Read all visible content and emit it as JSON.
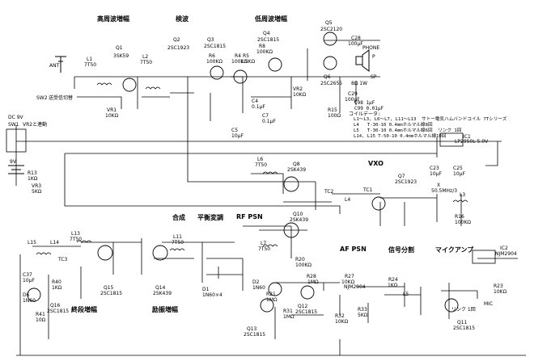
{
  "sections": {
    "hf_amp": "高周波増幅",
    "detector": "検波",
    "lf_amp": "低周波増幅",
    "vxo": "VXO",
    "mixer": "合成",
    "balanced_mod": "平衡変調",
    "rf_psn": "RF PSN",
    "af_psn": "AF PSN",
    "signal_split": "信号分割",
    "mic_amp": "マイクアンプ",
    "final_amp": "終段増幅",
    "driver_amp": "励振増幅"
  },
  "transistors": {
    "q1": "Q1",
    "q1_part": "3SK59",
    "q2": "Q2",
    "q2_part": "2SC1923",
    "q3": "Q3",
    "q3_part": "2SC1815",
    "q4": "Q4",
    "q4_part": "2SC1815",
    "q5": "Q5",
    "q5_part": "2SC2120",
    "q6": "Q6",
    "q6_part": "2SC2655",
    "q7": "Q7",
    "q7_part": "2SC1923",
    "q8": "Q8",
    "q8_part": "2SK439",
    "q10": "Q10",
    "q10_part": "2SK439",
    "q11": "Q11",
    "q11_part": "2SC1815",
    "q12": "Q12",
    "q12_part": "2SC1815",
    "q13": "Q13",
    "q13_part": "2SC1815",
    "q14": "Q14",
    "q14_part": "2SK439",
    "q15": "Q15",
    "q15_part": "2SC1815",
    "q16": "Q16",
    "q16_part": "2SC1815"
  },
  "ics": {
    "ic1": "IC1",
    "ic1_part": "LP2950L-5.0V",
    "ic2": "IC2",
    "ic2_part": "NJM2904",
    "ic2b_part": "NJM2904"
  },
  "parts": {
    "l1": "L1",
    "l1v": "7T50",
    "l2": "L2",
    "l2v": "7T50",
    "l3": "L3",
    "l4": "L4",
    "l5": "L5",
    "l6": "L6",
    "l6v": "7T50",
    "l7": "L7",
    "l7v": "7T50",
    "l11": "L11",
    "l11v": "7T50",
    "l13": "L13",
    "l13v": "7T50",
    "l14": "L14",
    "l15": "L15",
    "tc1": "TC1",
    "tc2": "TC2",
    "tc3": "TC3",
    "x1": "X",
    "x1v": "50.5MHz/3",
    "r4": "R4",
    "r4v": "100KΩ",
    "r5": "R5",
    "r5v": "1.5KΩ",
    "r6": "R6",
    "r6v": "100KΩ",
    "r8": "R8",
    "r8v": "100KΩ",
    "r15": "R15",
    "r15v": "100Ω",
    "r16": "R16",
    "r16v": "100KΩ",
    "r20": "R20",
    "r20v": "100KΩ",
    "r21": "R21",
    "r21v": "1MΩ",
    "r23": "R23",
    "r23v": "10KΩ",
    "r24": "R24",
    "r24v": "1KΩ",
    "r27": "R27",
    "r27v": "10KΩ",
    "r28": "R28",
    "r28v": "1MΩ",
    "r31": "R31",
    "r31v": "1MΩ",
    "r32": "R32",
    "r32v": "10KΩ",
    "r33": "R33",
    "r33v": "5KΩ",
    "r40": "R40",
    "r40v": "1KΩ",
    "r41": "R41",
    "r41v": "10Ω",
    "vr1": "VR1",
    "vr1v": "10KΩ",
    "vr2": "VR2",
    "vr2v": "10KΩ",
    "c4": "C4",
    "c4v": "0.1μF",
    "c5": "C5",
    "c5v": "10μF",
    "c7": "C7",
    "c7v": "0.1μF",
    "c23": "C23",
    "c23v": "10μF",
    "c25": "C25",
    "c25v": "10μF",
    "c28": "C28",
    "c28v": "100μF",
    "c29": "C29",
    "c29v": "100μF",
    "c37": "C37",
    "c37v": "10μF",
    "c98": "C98",
    "c98v": "1μF",
    "c99": "C99",
    "c99v": "0.01μF",
    "d1": "D1",
    "d1v": "1N60×4",
    "d6": "D6",
    "d6v": "1N60",
    "d2": "D2",
    "d2v": "1N60",
    "ptt": "P",
    "sp": "SP",
    "spv": "8Ω 1W",
    "phone": "PHONE",
    "mic": "MIC",
    "ant": "ANT",
    "sw1": "SW1",
    "sw2": "SW2",
    "sw_label": "送受信切替",
    "power": "DC 9V",
    "power_sw": "VR2と連動",
    "bat": "9V",
    "r13": "R13",
    "r13v": "1KΩ",
    "vr3": "VR3",
    "vr3v": "5KΩ",
    "link": "リンク 1回"
  },
  "coil_notes": {
    "header": "C98 1μF\nC99 0.01μF",
    "title": "コイルデータ:",
    "line1": "L1～L3, L6～L7, L11～L13  サトー電気ハムバンドコイル 7Tシリーズ",
    "line2": "L4   T-30-10 0.4mmホルマル線8回",
    "line3": "L5   T-30-10 0.4mmホルマル線6回  リンク 1回",
    "line4": "L14, L15 T-50-10 0.4mmホルマル線10回"
  }
}
